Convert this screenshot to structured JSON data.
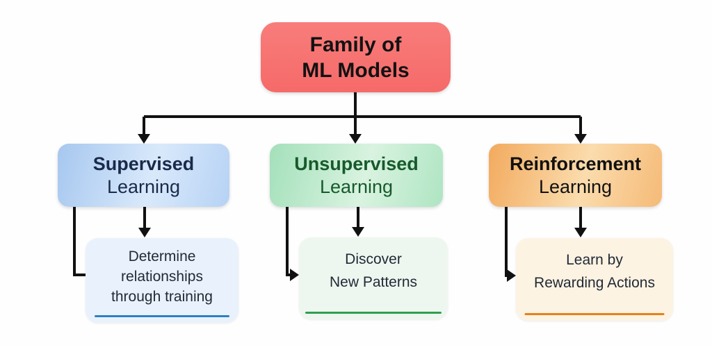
{
  "diagram_title": "Family of ML Models",
  "colors": {
    "connector": "#111111",
    "root_bg": "#f7706e",
    "supervised_bg": "#b6d2f4",
    "supervised_text": "#1a2a4a",
    "supervised_underline": "#2c82be",
    "unsupervised_bg": "#aee5c2",
    "unsupervised_text": "#175a2c",
    "unsupervised_underline": "#2f9e50",
    "reinforcement_bg": "#f5ba77",
    "reinforcement_text": "#111111",
    "reinforcement_underline": "#e8801a"
  },
  "root": {
    "lines": [
      "Family of",
      "ML Models"
    ]
  },
  "branches": [
    {
      "name": "supervised",
      "title_line1": "Supervised",
      "title_line2": "Learning",
      "detail_lines": [
        "Determine",
        "relationships",
        "through training"
      ]
    },
    {
      "name": "unsupervised",
      "title_line1": "Unsupervised",
      "title_line2": "Learning",
      "detail_lines": [
        "Discover",
        "New Patterns"
      ]
    },
    {
      "name": "reinforcement",
      "title_line1": "Reinforcement",
      "title_line2": "Learning",
      "detail_lines": [
        "Learn by",
        "Rewarding Actions"
      ]
    }
  ]
}
